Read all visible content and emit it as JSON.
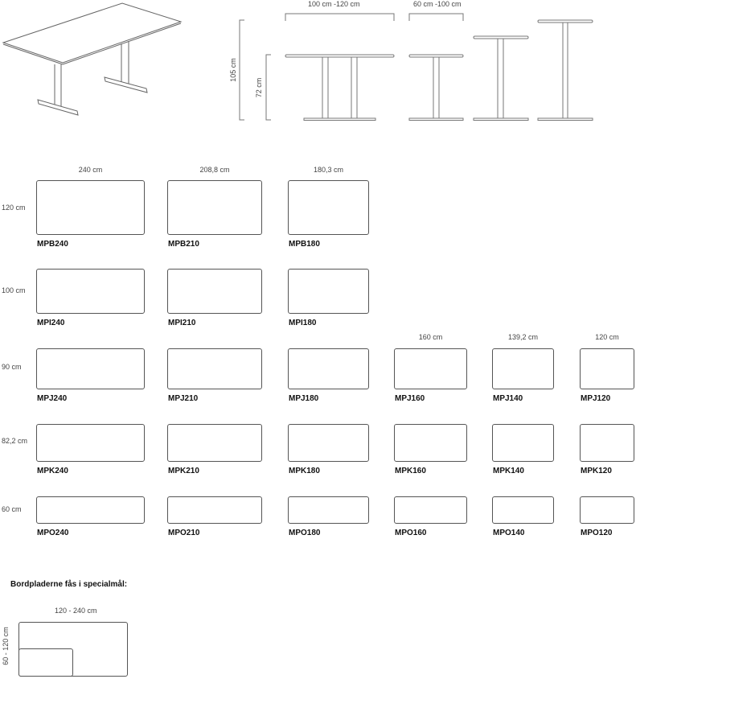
{
  "elevation": {
    "width_double": "100 cm -120 cm",
    "width_single": "60 cm -100 cm",
    "height_high": "105 cm",
    "height_std": "72 cm"
  },
  "columns_top": [
    "240 cm",
    "208,8 cm",
    "180,3 cm"
  ],
  "columns_extra": [
    "160 cm",
    "139,2 cm",
    "120 cm"
  ],
  "rows": [
    {
      "depth": "120 cm",
      "codes": [
        "MPB240",
        "MPB210",
        "MPB180"
      ]
    },
    {
      "depth": "100 cm",
      "codes": [
        "MPI240",
        "MPI210",
        "MPI180"
      ]
    },
    {
      "depth": "90 cm",
      "codes": [
        "MPJ240",
        "MPJ210",
        "MPJ180",
        "MPJ160",
        "MPJ140",
        "MPJ120"
      ]
    },
    {
      "depth": "82,2 cm",
      "codes": [
        "MPK240",
        "MPK210",
        "MPK180",
        "MPK160",
        "MPK140",
        "MPK120"
      ]
    },
    {
      "depth": "60 cm",
      "codes": [
        "MPO240",
        "MPO210",
        "MPO180",
        "MPO160",
        "MPO140",
        "MPO120"
      ]
    }
  ],
  "special": {
    "title": "Bordpladerne fås i specialmål:",
    "width_range": "120 - 240 cm",
    "depth_range": "60 - 120 cm"
  }
}
